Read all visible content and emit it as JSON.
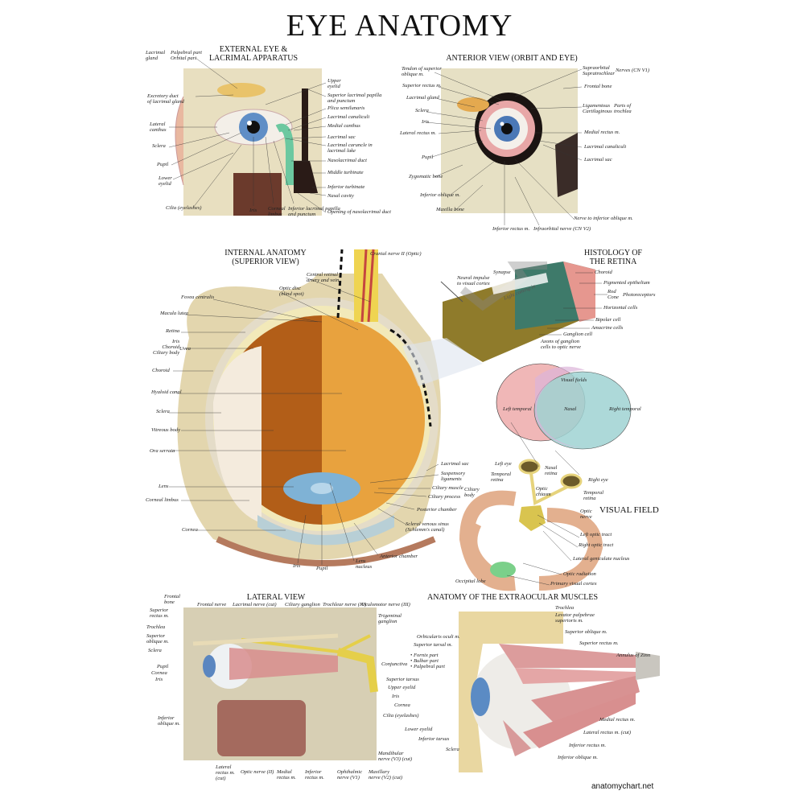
{
  "title": "EYE ANATOMY",
  "footer": "anatomychart.net",
  "external": {
    "title": "EXTERNAL EYE &\nLACRIMAL APPARATUS",
    "labels": [
      "Lacrimal\ngland",
      "Palpebral part\nOrbital part",
      "Excretory duct\nof lacrimal gland",
      "Lateral\ncanthus",
      "Sclera",
      "Pupil",
      "Lower\neyelid",
      "Cilia (eyelashes)",
      "Upper\neyelid",
      "Superior lacrimal papilla\nand punctum",
      "Plica semilunaris",
      "Lacrimal canaliculi",
      "Medial canthus",
      "Lacrimal sac",
      "Lacrimal caruncle in\nlacrimal lake",
      "Nasolacrimal duct",
      "Middle turbinate",
      "Inferior turbinate",
      "Nasal cavity",
      "Opening of nasolacrimal duct",
      "Iris",
      "Corneal\nlimbus",
      "Inferior lacrimal papilla\nand punctum"
    ]
  },
  "anterior": {
    "title": "ANTERIOR VIEW (ORBIT AND EYE)",
    "labels": [
      "Tendon of superior\noblique m.",
      "Superior rectus m.",
      "Lacrimal gland",
      "Sclera",
      "Iris",
      "Lateral rectus m.",
      "Pupil",
      "Zygomatic bone",
      "Inferior oblique m.",
      "Maxilla bone",
      "Supraorbital\nSupratrochlear",
      "Nerves (CN V1)",
      "Frontal bone",
      "Ligamentous\nCartilaginous",
      "Parts of\ntrochlea",
      "Medial rectus m.",
      "Lacrimal canaliculi",
      "Lacrimal sac",
      "Nerve to inferior oblique m.",
      "Inferior rectus m.",
      "Infraorbital nerve (CN V2)"
    ]
  },
  "internal": {
    "title": "INTERNAL ANATOMY\n(SUPERIOR VIEW)",
    "labels": [
      "Cranial nerve II (Optic)",
      "Central retinal\nartery and vein",
      "Optic disc\n(blind spot)",
      "Fovea centralis",
      "Macula lutea",
      "Retina",
      "Iris\nChoroid\nCiliary body",
      "Uvea",
      "Choroid",
      "Hyaloid canal",
      "Sclera",
      "Vitreous body",
      "Ora serrata",
      "Lens",
      "Corneal limbus",
      "Cornea",
      "Lacrimal sac",
      "Suspensory\nligaments",
      "Ciliary muscle",
      "Ciliary process",
      "Ciliary\nbody",
      "Posterior chamber",
      "Scleral venous sinus\n(Schlemm's canal)",
      "Anterior chamber",
      "Lens\nnucleus",
      "Pupil",
      "Iris"
    ]
  },
  "histology": {
    "title": "HISTOLOGY OF\nTHE RETINA",
    "labels": [
      "Synapse",
      "Neural impulse\nto visual cortex",
      "Light coming in",
      "Choroid",
      "Pigmented epithelium",
      "Rod\nCone",
      "Photoreceptors",
      "Horizontal cells",
      "Bipolar cell",
      "Amacrine cells",
      "Ganglion cell",
      "Axons of ganglion\ncells to optic nerve"
    ]
  },
  "visual_field": {
    "title": "VISUAL FIELD",
    "labels": [
      "Visual fields",
      "Left temporal",
      "Nasal",
      "Right temporal",
      "Left eye",
      "Temporal\nretina",
      "Nasal\nretina",
      "Right eye",
      "Temporal\nretina",
      "Optic\nchiasm",
      "Optic\nnerve",
      "Left optic tract",
      "Right optic tract",
      "Lateral geniculate nucleus",
      "Optic radiation",
      "Occipital lobe",
      "Primary visual cortex"
    ],
    "colors": {
      "left": "#f0b7b7",
      "right": "#9fd3d3",
      "overlap": "#dcb3d9"
    }
  },
  "lateral": {
    "title": "LATERAL VIEW",
    "labels": [
      "Frontal\nbone",
      "Frontal nerve",
      "Lacrimal nerve (cut)",
      "Ciliary ganglion",
      "Trochlear nerve (IV)",
      "Oculomotor nerve (III)",
      "Superior\nrectus m.",
      "Trochlea",
      "Superior\noblique m.",
      "Sclera",
      "Trigeminal\nganglion",
      "Pupil",
      "Cornea",
      "Iris",
      "Inferior\noblique m.",
      "Lateral\nrectus m.\n(cut)",
      "Optic nerve (II)",
      "Medial\nrectus m.",
      "Inferior\nrectus m.",
      "Ophthalmic\nnerve (V1)",
      "Maxillary\nnerve (V2) (cut)",
      "Mandibular\nnerve (V3) (cut)"
    ]
  },
  "extraocular": {
    "title": "ANATOMY OF THE EXTRAOCULAR MUSCLES",
    "labels": [
      "Trochlea",
      "Levator palpebrae\nsuperioris m.",
      "Superior oblique m.",
      "Superior rectus m.",
      "Annulus of Zinn",
      "Orbicularis oculi m.",
      "Superior tarsal m.",
      "Conjunctiva",
      "• Fornix part\n• Bulbar part\n• Palpebral part",
      "Superior tarsus",
      "Upper eyelid",
      "Iris",
      "Cornea",
      "Cilia (eyelashes)",
      "Lower eyelid",
      "Inferior tarsus",
      "Sclera",
      "Medial rectus m.",
      "Lateral rectus m. (cut)",
      "Inferior rectus m.",
      "Inferior oblique m."
    ]
  }
}
